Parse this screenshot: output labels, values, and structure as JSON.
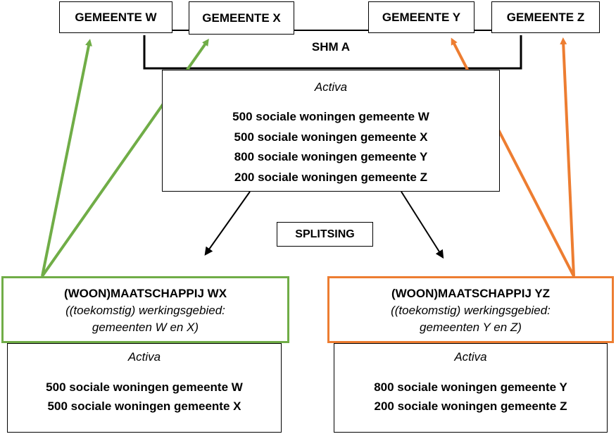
{
  "municipalities": [
    {
      "label": "GEMEENTE W"
    },
    {
      "label": "GEMEENTE X"
    },
    {
      "label": "GEMEENTE Y"
    },
    {
      "label": "GEMEENTE Z"
    }
  ],
  "shm": {
    "label": "SHM A"
  },
  "top_assets": {
    "heading": "Activa",
    "lines": [
      "500 sociale woningen gemeente W",
      "500 sociale woningen gemeente X",
      "800 sociale woningen gemeente Y",
      "200 sociale woningen gemeente Z"
    ]
  },
  "split": {
    "label": "SPLITSING"
  },
  "entity_wx": {
    "title": "(WOON)MAATSCHAPPIJ WX",
    "subtitle1": "((toekomstig) werkingsgebied:",
    "subtitle2": "gemeenten W en X)",
    "assets_heading": "Activa",
    "lines": [
      "500 sociale woningen gemeente W",
      "500 sociale woningen gemeente X"
    ]
  },
  "entity_yz": {
    "title": "(WOON)MAATSCHAPPIJ YZ",
    "subtitle1": "((toekomstig) werkingsgebied:",
    "subtitle2": "gemeenten Y en Z)",
    "assets_heading": "Activa",
    "lines": [
      "800 sociale woningen gemeente Y",
      "200 sociale woningen gemeente Z"
    ]
  },
  "colors": {
    "green": "#70ad47",
    "orange": "#ed7d31",
    "black": "#000000"
  }
}
